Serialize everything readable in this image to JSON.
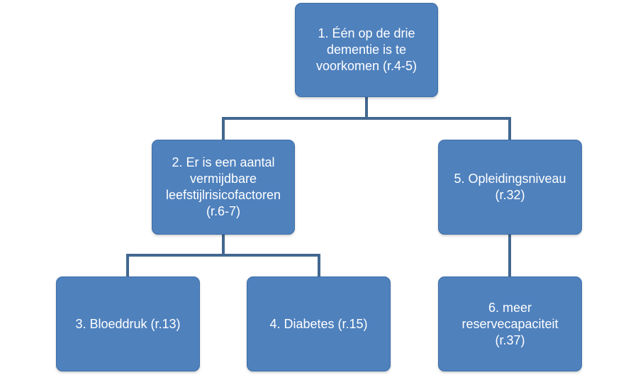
{
  "colors": {
    "node_fill": "#4f81bd",
    "connector": "#426890",
    "text": "#ffffff"
  },
  "nodes": {
    "n1": {
      "text": "1. Één op de drie\ndementie is te\nvoorkomen (r.4-5)"
    },
    "n2": {
      "text": "2. Er is een aantal\nvermijdbare\nleefstijlrisicofactoren\n(r.6-7)"
    },
    "n3": {
      "text": "3. Bloeddruk (r.13)"
    },
    "n4": {
      "text": "4. Diabetes (r.15)"
    },
    "n5": {
      "text": "5. Opleidingsniveau\n(r.32)"
    },
    "n6": {
      "text": "6. meer\nreservecapaciteit\n(r.37)"
    }
  }
}
